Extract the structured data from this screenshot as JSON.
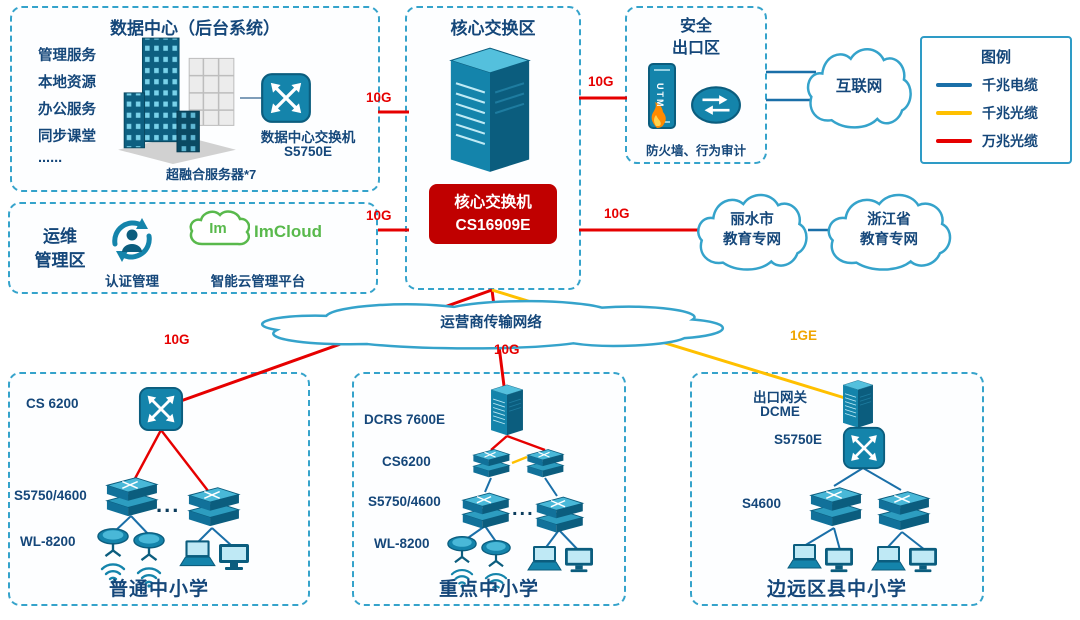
{
  "datacenter": {
    "title": "数据中心（后台系统）",
    "services": [
      "管理服务",
      "本地资源",
      "办公服务",
      "同步课堂",
      "......"
    ],
    "server_label": "超融合服务器*7",
    "switch_name": "数据中心交换机",
    "switch_model": "S5750E"
  },
  "core": {
    "title": "核心交换区",
    "badge": {
      "name": "核心交换机",
      "model": "CS16909E",
      "color": "#c00000"
    }
  },
  "security": {
    "title_line1": "安全",
    "title_line2": "出口区",
    "utm_label": "UTM",
    "caption": "防火墙、行为审计"
  },
  "ops": {
    "title_line1": "运维",
    "title_line2": "管理区",
    "auth_label": "认证管理",
    "cloud_logo_text": "Im",
    "cloud_brand": "ImCloud",
    "platform_label": "智能云管理平台"
  },
  "clouds": {
    "internet": "互联网",
    "lishui_line1": "丽水市",
    "lishui_line2": "教育专网",
    "zhejiang_line1": "浙江省",
    "zhejiang_line2": "教育专网",
    "carrier": "运营商传输网络"
  },
  "legend": {
    "title": "图例",
    "items": [
      {
        "label": "千兆电缆",
        "color": "#1a6fa8"
      },
      {
        "label": "千兆光缆",
        "color": "#ffc000"
      },
      {
        "label": "万兆光缆",
        "color": "#e60000"
      }
    ]
  },
  "links": {
    "dc_core": "10G",
    "core_security": "10G",
    "ops_core": "10G",
    "core_edu": "10G",
    "carrier_school1": "10G",
    "carrier_school2": "10G",
    "carrier_school3": "1GE"
  },
  "schools": {
    "ordinary": {
      "name": "普通中小学",
      "core_switch": "CS 6200",
      "access_switch": "S5750/4600",
      "wireless": "WL-8200",
      "ellipsis": "..."
    },
    "key": {
      "name": "重点中小学",
      "core_switch": "DCRS 7600E",
      "agg_switch": "CS6200",
      "access_switch": "S5750/4600",
      "wireless": "WL-8200",
      "ellipsis": "..."
    },
    "remote": {
      "name": "边远区县中小学",
      "gateway_line1": "出口网关",
      "gateway_line2": "DCME",
      "core_switch": "S5750E",
      "access_switch": "S4600"
    }
  }
}
